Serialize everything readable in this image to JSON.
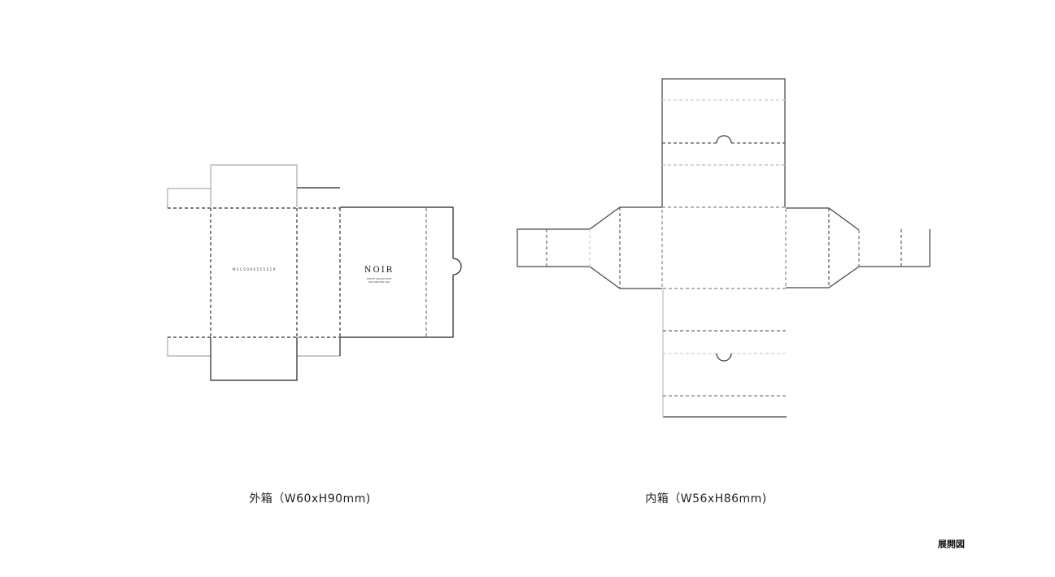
{
  "outer_box": {
    "label": "外箱（W60xH90mm)",
    "brand": "NOIR",
    "brand_sub1": "WHITE COLLECTION",
    "brand_sub2": "000 000 000 000",
    "side_text": "MSC0000555519"
  },
  "inner_box": {
    "label": "内箱（W56xH86mm)"
  },
  "page_caption": "展開図",
  "colors": {
    "cut": "#222222",
    "cut_light": "#aaaaaa",
    "fold": "#444444",
    "fold_light": "#bbbbbb"
  }
}
